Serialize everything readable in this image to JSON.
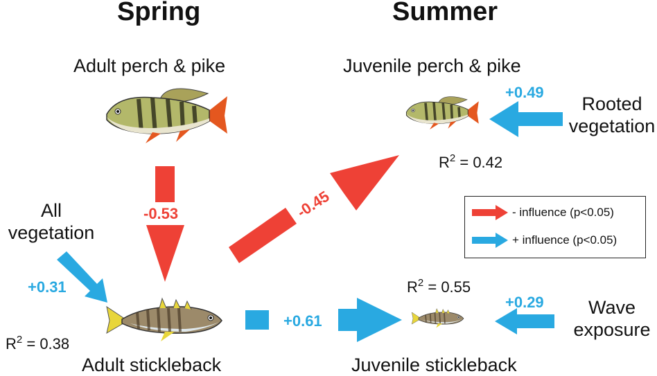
{
  "seasons": {
    "spring": "Spring",
    "summer": "Summer"
  },
  "nodes": {
    "adult_perch_pike": "Adult perch & pike",
    "juvenile_perch_pike": "Juvenile perch & pike",
    "adult_stickleback": "Adult stickleback",
    "juvenile_stickleback": "Juvenile stickleback",
    "all_vegetation_line1": "All",
    "all_vegetation_line2": "vegetation",
    "rooted_vegetation_line1": "Rooted",
    "rooted_vegetation_line2": "vegetation",
    "wave_exposure_line1": "Wave",
    "wave_exposure_line2": "exposure"
  },
  "r_squared": {
    "label": "R",
    "exponent": "2",
    "juvenile_perch_pike": "= 0.42",
    "juvenile_stickleback": "= 0.55",
    "adult_stickleback": "= 0.38"
  },
  "paths": [
    {
      "id": "adult_perch_to_adult_stickleback",
      "coefficient": "-0.53",
      "sign": "negative"
    },
    {
      "id": "adult_stickleback_to_juvenile_perch",
      "coefficient": "-0.45",
      "sign": "negative"
    },
    {
      "id": "adult_stickleback_to_juvenile_stickleback",
      "coefficient": "+0.61",
      "sign": "positive"
    },
    {
      "id": "all_vegetation_to_adult_stickleback",
      "coefficient": "+0.31",
      "sign": "positive"
    },
    {
      "id": "rooted_vegetation_to_juvenile_perch",
      "coefficient": "+0.49",
      "sign": "positive"
    },
    {
      "id": "wave_exposure_to_juvenile_stickleback",
      "coefficient": "+0.29",
      "sign": "positive"
    }
  ],
  "legend": {
    "negative": "- influence (p<0.05)",
    "positive": "+ influence (p<0.05)"
  },
  "colors": {
    "negative": "#ee4136",
    "positive": "#29a9e1"
  },
  "icons": [
    "perch-fish-icon",
    "stickleback-fish-icon"
  ]
}
